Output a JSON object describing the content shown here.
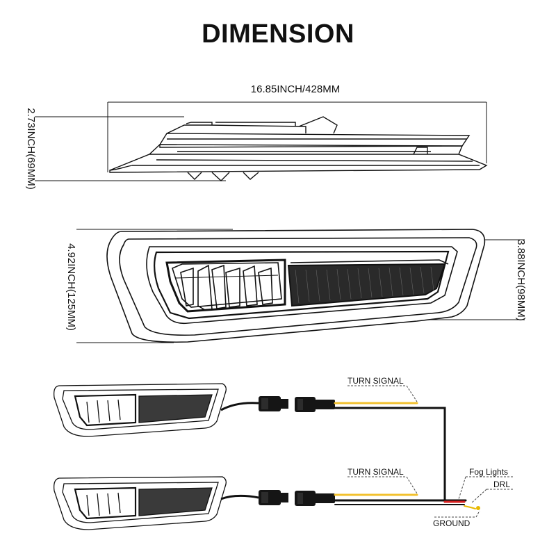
{
  "title": "DIMENSION",
  "dimensions": {
    "top_width": "16.85INCH/428MM",
    "top_height": "2.73INCH(69MM)",
    "front_height_left": "4.92INCH(125MM)",
    "front_height_right": "3.88INCH(98MM)"
  },
  "wiring": {
    "turn_signal_1": "TURN SIGNAL",
    "turn_signal_2": "TURN SIGNAL",
    "fog_lights": "Fog Lights",
    "drl": "DRL",
    "ground": "GROUND"
  },
  "colors": {
    "wire_yellow": "#f2c12e",
    "wire_red": "#d62020",
    "wire_black": "#111111",
    "ground_yellow": "#e8b800"
  }
}
